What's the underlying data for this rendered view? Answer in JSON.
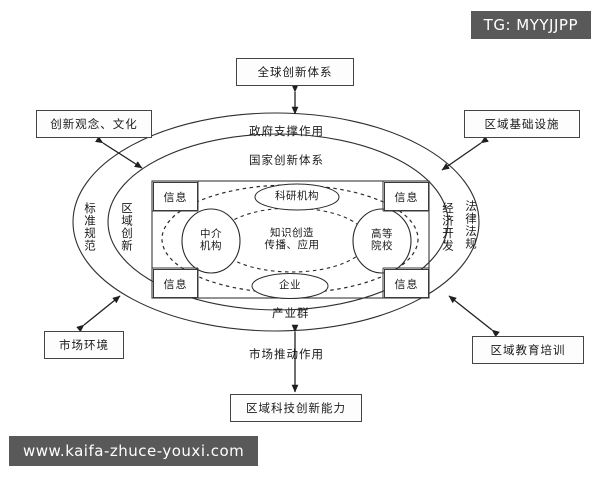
{
  "overlays": {
    "tg_badge": "TG: MYYJJPP",
    "watermark": "www.kaifa-zhuce-youxi.com"
  },
  "diagram": {
    "type": "concentric-ellipse-framework",
    "external_boxes": [
      {
        "id": "top",
        "label": "全球创新体系"
      },
      {
        "id": "top-left",
        "label": "创新观念、文化"
      },
      {
        "id": "top-right",
        "label": "区域基础设施"
      },
      {
        "id": "bottom-left",
        "label": "市场环境"
      },
      {
        "id": "bottom-right",
        "label": "区域教育培训"
      },
      {
        "id": "bottom",
        "label": "区域科技创新能力"
      }
    ],
    "outer_ring": {
      "top": "政府支撑作用",
      "bottom": "市场推动作用",
      "left": "标准规范",
      "right": "法律法规"
    },
    "middle_ring": {
      "top": "国家创新体系",
      "bottom": "产业群",
      "left": "区域创新",
      "right": "经济开发"
    },
    "info_boxes": [
      {
        "id": "top-left",
        "label": "信息"
      },
      {
        "id": "top-right",
        "label": "信息"
      },
      {
        "id": "bottom-left",
        "label": "信息"
      },
      {
        "id": "bottom-right",
        "label": "信息"
      }
    ],
    "core_nodes": [
      {
        "id": "research",
        "label": "科研机构"
      },
      {
        "id": "enterprise",
        "label": "企业"
      },
      {
        "id": "intermediary",
        "label": "中介\n机构",
        "line1": "中介",
        "line2": "机构"
      },
      {
        "id": "university",
        "label": "高等\n院校",
        "line1": "高等",
        "line2": "院校"
      }
    ],
    "center_node": {
      "line1": "知识创造",
      "line2": "传播、应用"
    },
    "colors": {
      "stroke": "#3a3a3a",
      "text": "#1a1a1a",
      "badge_bg": "#595959",
      "badge_text": "#ffffff",
      "page_bg": "#ffffff"
    }
  }
}
